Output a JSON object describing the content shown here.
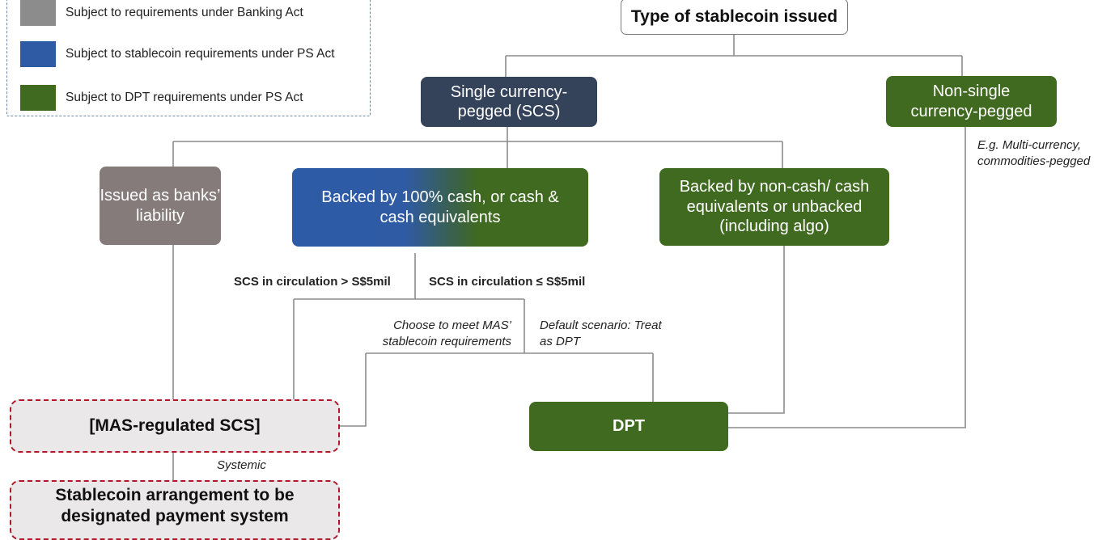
{
  "legend": {
    "items": [
      {
        "label": "Subject to requirements under Banking Act",
        "color": "#8c8c8c"
      },
      {
        "label": "Subject to stablecoin requirements under PS Act",
        "color": "#2f5ba5"
      },
      {
        "label": "Subject to DPT requirements under PS Act",
        "color": "#3f6a20"
      }
    ]
  },
  "nodes": {
    "root": "Type of stablecoin issued",
    "scs": "Single currency-\npegged (SCS)",
    "non_single": "Non-single\ncurrency-pegged",
    "bank_liability": "Issued as banks’\nliability",
    "backed_cash": "Backed by 100% cash, or cash &\ncash equivalents",
    "backed_noncash": "Backed by non-cash/ cash\nequivalents or unbacked\n(including algo)",
    "dpt": "DPT",
    "mas_regulated": "[MAS-regulated SCS]",
    "designated": "Stablecoin arrangement to be\ndesignated payment system"
  },
  "edge_labels": {
    "non_single_example": "E.g. Multi-currency,\ncommodities-pegged",
    "above_5mil": "SCS in circulation > S$5mil",
    "below_5mil": "SCS in circulation ≤ S$5mil",
    "choose_mas": "Choose to meet MAS’\nstablecoin requirements",
    "default_dpt": "Default scenario: Treat\nas DPT",
    "systemic": "Systemic"
  },
  "colors": {
    "scs_navy": "#35435a",
    "dpt_green": "#3f6a20",
    "bank_grey": "#847b7a",
    "stablecoin_blue": "#2f5ba5",
    "mas_border_red": "#b1162a"
  }
}
